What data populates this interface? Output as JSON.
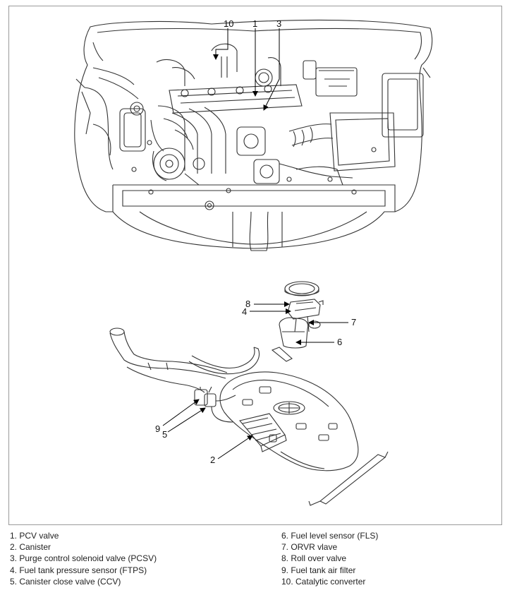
{
  "callouts": {
    "c1": "1",
    "c2": "2",
    "c3": "3",
    "c4": "4",
    "c5": "5",
    "c6": "6",
    "c7": "7",
    "c8": "8",
    "c9": "9",
    "c10": "10"
  },
  "legend_left": [
    "1. PCV valve",
    "2. Canister",
    "3. Purge control solenoid valve (PCSV)",
    "4. Fuel tank pressure sensor (FTPS)",
    "5. Canister close valve (CCV)"
  ],
  "legend_right": [
    "6. Fuel level sensor (FLS)",
    "7. ORVR vlave",
    "8. Roll over valve",
    "9. Fuel tank air filter",
    "10. Catalytic converter"
  ]
}
